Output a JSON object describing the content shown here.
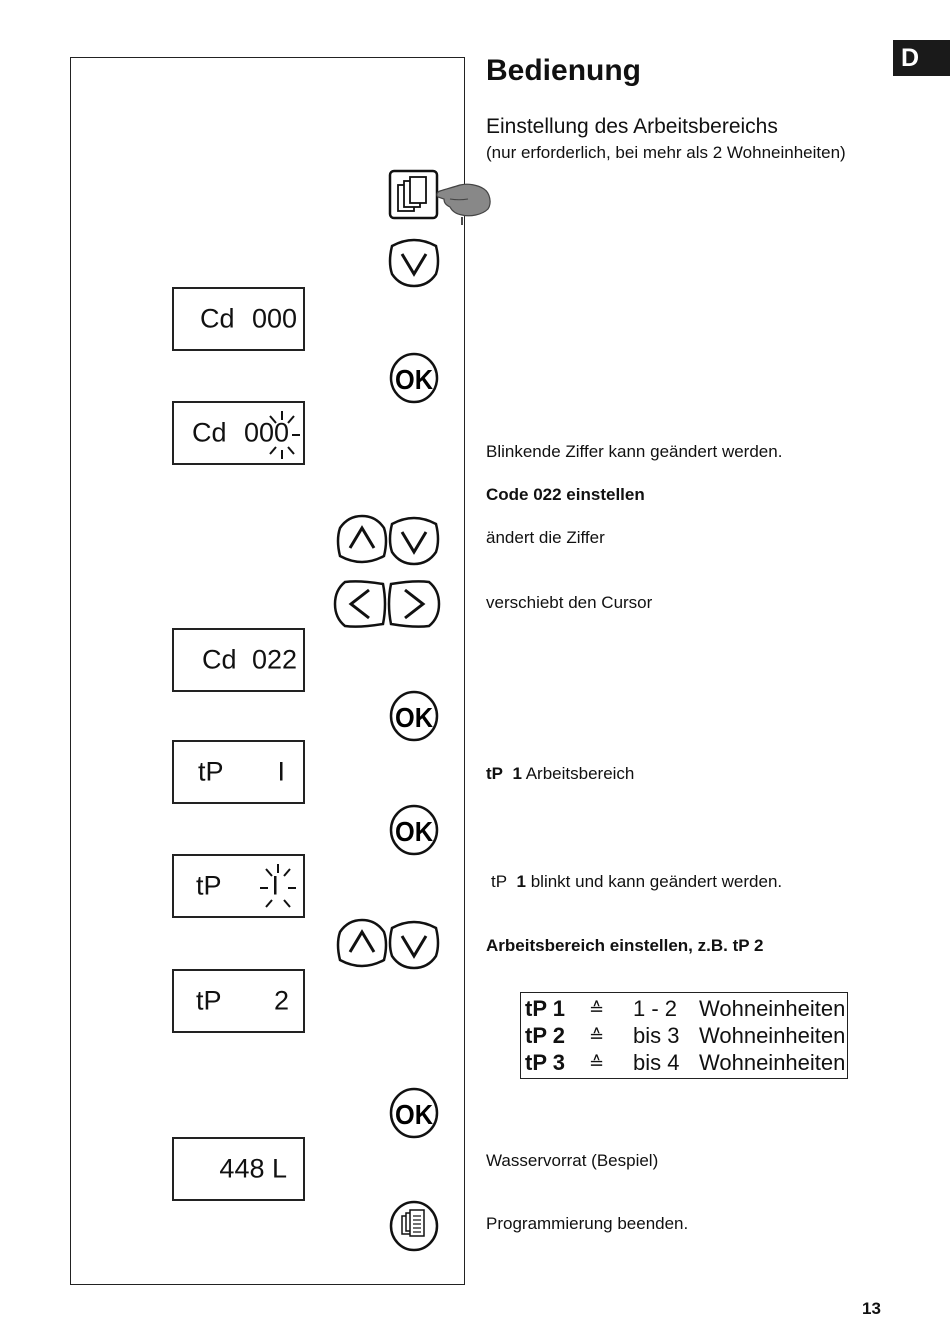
{
  "page_tag": "D",
  "title": "Bedienung",
  "subtitle": "Einstellung des Arbeitsbereichs",
  "subtitle_note": "(nur erforderlich, bei mehr als 2 Wohneinheiten)",
  "displays": {
    "d1_label": "Cd",
    "d1_value": "000",
    "d2_label": "Cd",
    "d2_value": "000",
    "d3_label": "Cd",
    "d3_value": "022",
    "d4_label": "tP",
    "d4_value": "I",
    "d5_label": "tP",
    "d5_value": "I",
    "d6_label": "tP",
    "d6_value": "2",
    "d7_value": "448 L"
  },
  "buttons": {
    "ok": "OK"
  },
  "instructions": {
    "blink": "Blinkende Ziffer kann geändert werden.",
    "code": "Code 022 einstellen",
    "change_digit": "ändert die Ziffer",
    "move_cursor": "verschiebt den Cursor",
    "tp1_a": "tP",
    "tp1_b": "1",
    "tp1_c": "Arbeitsbereich",
    "tp1_blink_a": "tP",
    "tp1_blink_b": "1",
    "tp1_blink_c": "blinkt und kann geändert werden.",
    "set_area": "Arbeitsbereich einstellen, z.B. tP 2",
    "water": "Wasservorrat  (Bespiel)",
    "end": "Programmierung  beenden."
  },
  "table": {
    "rows": [
      {
        "key": "tP 1",
        "eq": "≙",
        "value": "1 - 2",
        "unit": "Wohneinheiten"
      },
      {
        "key": "tP 2",
        "eq": "≙",
        "value": "bis 3",
        "unit": "Wohneinheiten"
      },
      {
        "key": "tP 3",
        "eq": "≙",
        "value": "bis 4",
        "unit": "Wohneinheiten"
      }
    ]
  },
  "page_number": "13"
}
